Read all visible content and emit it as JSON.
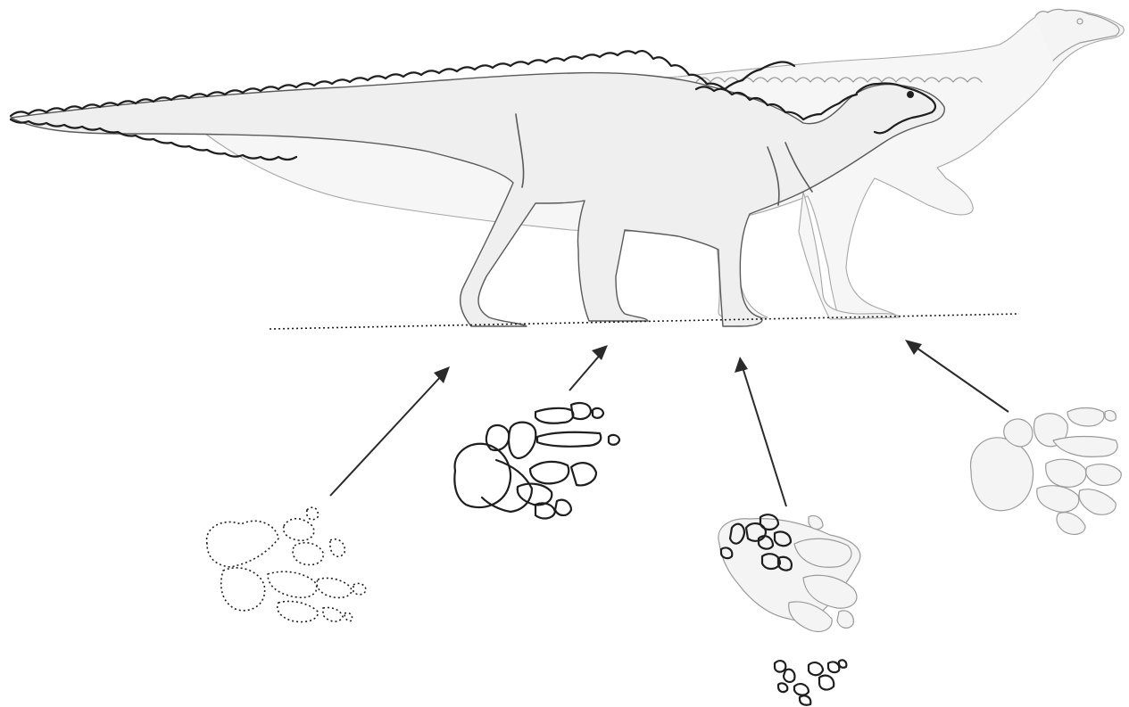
{
  "figure": {
    "background": "#ffffff",
    "ink_colors": {
      "dark": "#1e1e1e",
      "mid": "#5a5a5a",
      "light": "#9a9a9a"
    }
  },
  "dinosaurs": [
    {
      "id": "dark-outline-dinosaur",
      "style": "bold outline, walking"
    },
    {
      "id": "faded-dinosaur",
      "style": "faint outline, walking"
    }
  ],
  "footprints": [
    {
      "id": "dotted-footprint",
      "style": "dotted outline"
    },
    {
      "id": "solid-footprint",
      "style": "solid bold outline"
    },
    {
      "id": "mixed-footprint",
      "style": "bold manus over faint pes"
    },
    {
      "id": "faint-footprint",
      "style": "faint outline"
    }
  ],
  "ground_line": {
    "style": "dotted"
  }
}
